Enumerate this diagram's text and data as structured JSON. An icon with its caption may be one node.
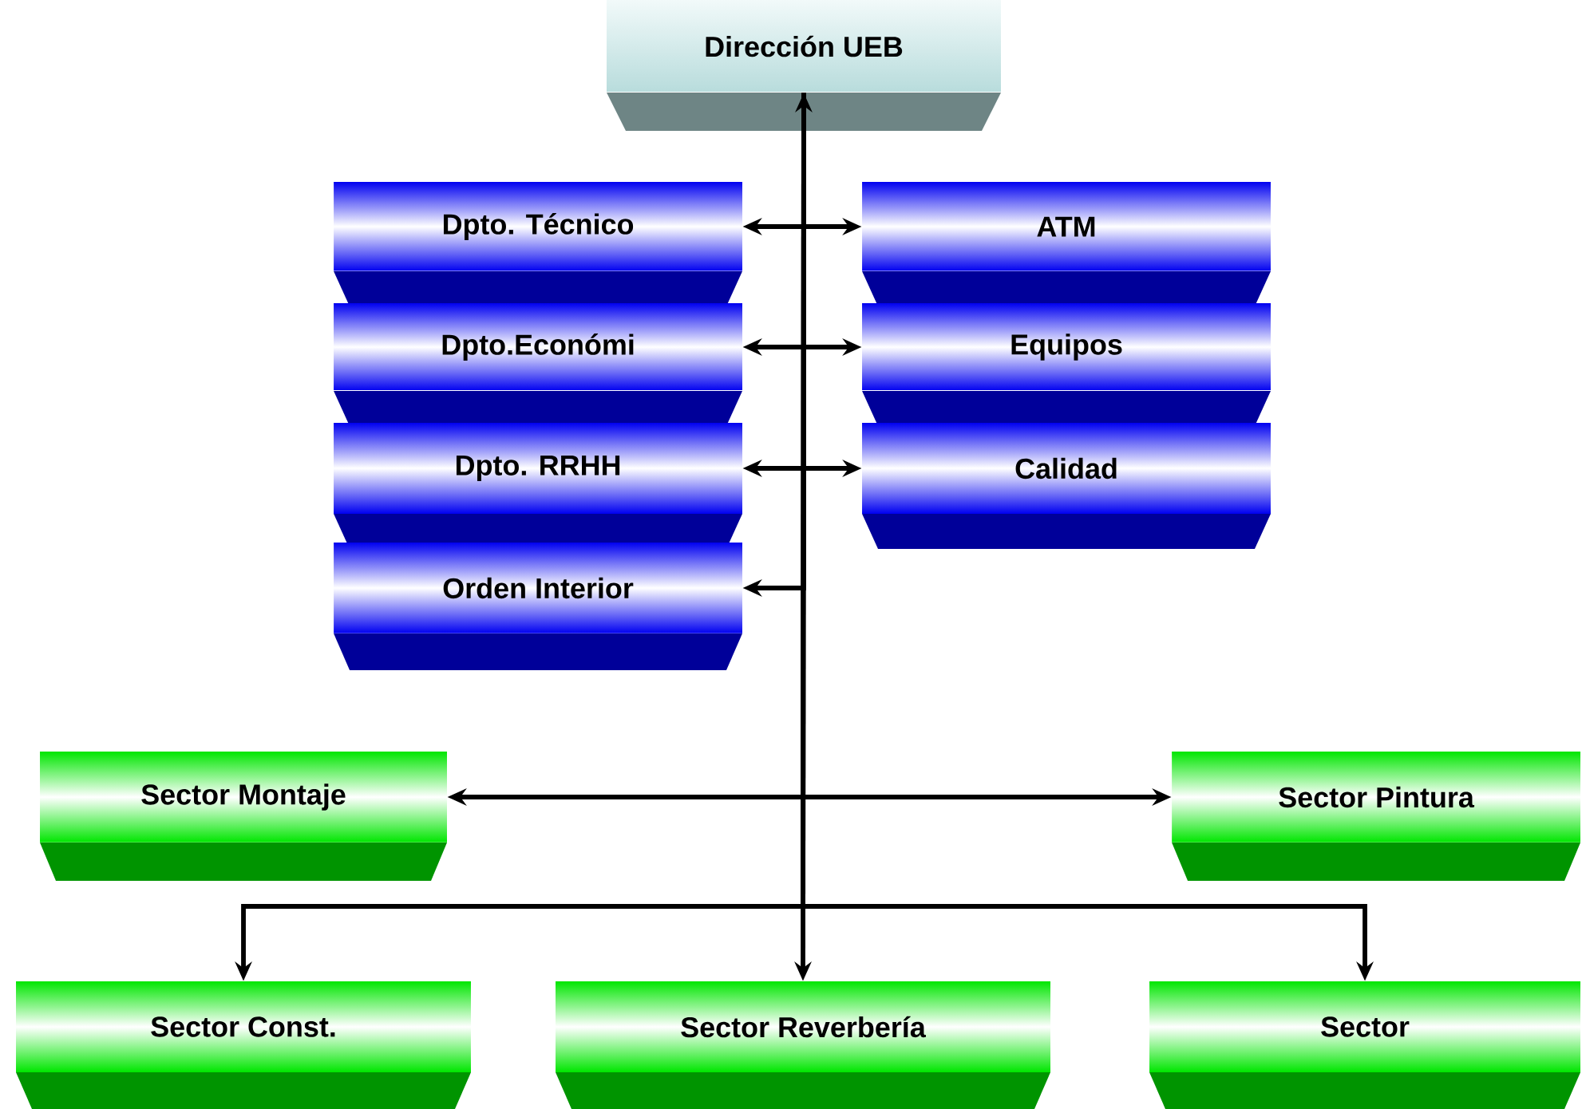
{
  "diagram": {
    "nodes": [
      {
        "text": [
          "Dirección UEB"
        ]
      },
      {
        "text": [
          "Dpto. Técnico"
        ]
      },
      {
        "text": [
          "ATM"
        ]
      },
      {
        "text": [
          "Dpto.Económi"
        ]
      },
      {
        "text": [
          "Equipos"
        ]
      },
      {
        "text": [
          "Dpto. RRHH"
        ]
      },
      {
        "text": [
          "Calidad"
        ]
      },
      {
        "text": [
          "Orden Interior"
        ]
      },
      {
        "text": [
          "Sector Montaje"
        ]
      },
      {
        "text": [
          "Sector Pintura"
        ]
      },
      {
        "text": [
          "Sector Const."
        ]
      },
      {
        "text": [
          "Sector Reverbería"
        ]
      },
      {
        "text": [
          "Sector"
        ]
      }
    ],
    "edges": [
      {
        "from": 0,
        "to": 11,
        "arrow": "both"
      },
      {
        "from": 1,
        "to": 2,
        "arrow": "both"
      },
      {
        "from": 3,
        "to": 4,
        "arrow": "both"
      },
      {
        "from": 5,
        "to": 6,
        "arrow": "both"
      },
      {
        "from": 0,
        "to": 7,
        "arrow": "to"
      },
      {
        "from": 8,
        "to": 9,
        "arrow": "both"
      },
      {
        "from": 0,
        "to": 10,
        "arrow": "to"
      },
      {
        "from": 0,
        "to": 12,
        "arrow": "to"
      }
    ]
  }
}
